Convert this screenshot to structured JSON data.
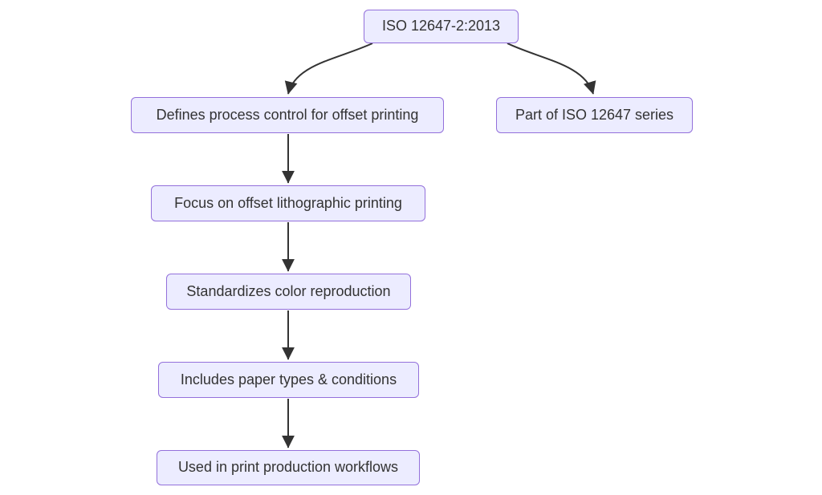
{
  "diagram": {
    "type": "flowchart",
    "direction": "top-down",
    "colors": {
      "background": "#ffffff",
      "node_fill": "#ECECFF",
      "node_border": "#9370DB",
      "text_color": "#333333",
      "edge_color": "#333333"
    },
    "nodes": [
      {
        "id": "root",
        "label": "ISO 12647-2:2013"
      },
      {
        "id": "defines",
        "label": "Defines process control for offset printing"
      },
      {
        "id": "part",
        "label": "Part of ISO 12647 series"
      },
      {
        "id": "focus",
        "label": "Focus on offset lithographic printing"
      },
      {
        "id": "standardizes",
        "label": "Standardizes color reproduction"
      },
      {
        "id": "includes",
        "label": "Includes paper types & conditions"
      },
      {
        "id": "used",
        "label": "Used in print production workflows"
      }
    ],
    "edges": [
      {
        "from": "root",
        "to": "defines"
      },
      {
        "from": "root",
        "to": "part"
      },
      {
        "from": "defines",
        "to": "focus"
      },
      {
        "from": "focus",
        "to": "standardizes"
      },
      {
        "from": "standardizes",
        "to": "includes"
      },
      {
        "from": "includes",
        "to": "used"
      }
    ]
  }
}
